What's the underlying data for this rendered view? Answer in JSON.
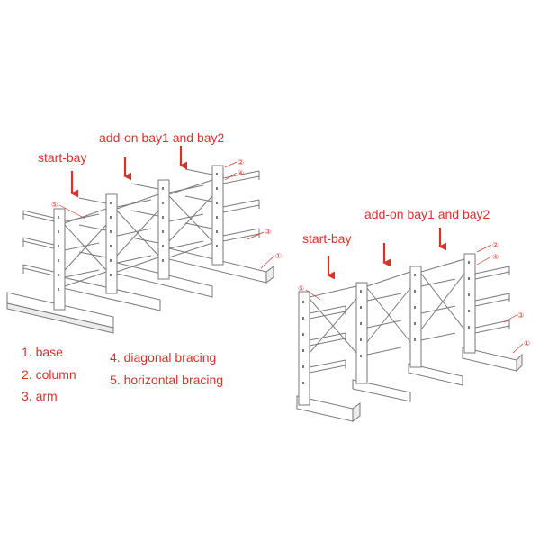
{
  "colors": {
    "accent": "#d9322b",
    "line": "#7a7a7a",
    "bg": "#ffffff"
  },
  "left_rack": {
    "label_addon": "add-on bay1 and bay2",
    "label_start": "start-bay",
    "markers": [
      "②",
      "④",
      "⑤",
      "③",
      "①"
    ]
  },
  "right_rack": {
    "label_addon": "add-on bay1 and bay2",
    "label_start": "start-bay",
    "markers": [
      "②",
      "④",
      "⑤",
      "③",
      "①"
    ]
  },
  "legend": {
    "col1": [
      "1. base",
      "2. column",
      "3. arm"
    ],
    "col2": [
      "4. diagonal bracing",
      "5. horizontal bracing"
    ]
  }
}
